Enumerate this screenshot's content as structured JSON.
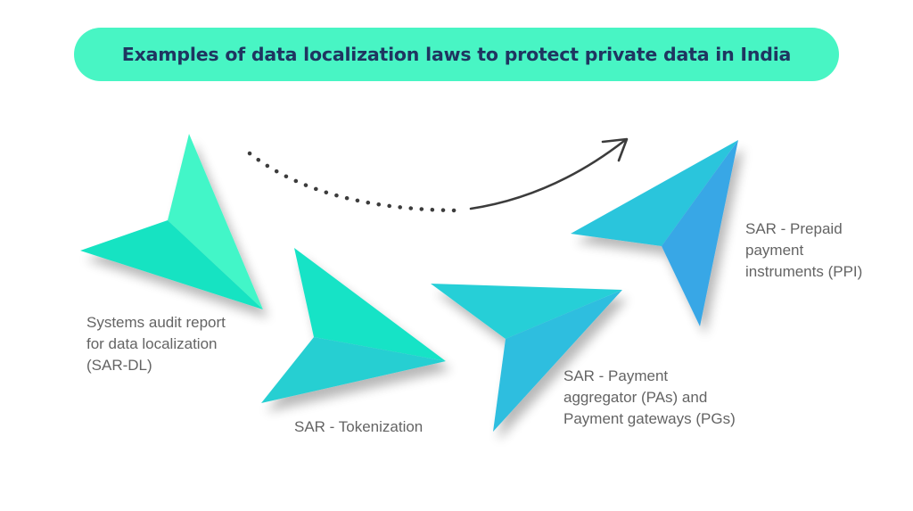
{
  "title": "Examples of data localization laws to protect private data in India",
  "colors": {
    "title_pill": "#48f5c4",
    "title_text": "#1f3560",
    "label_text": "#646464",
    "arrow_path": "#3c3c3c"
  },
  "steps": [
    {
      "lines": [
        "Systems audit report",
        "for data localization",
        "(SAR-DL)"
      ],
      "icon": "paper-plane-icon",
      "colors": [
        "#42f6c8",
        "#17e3c2"
      ]
    },
    {
      "lines": [
        "SAR - Tokenization"
      ],
      "icon": "paper-plane-icon",
      "colors": [
        "#18e3c6",
        "#27cfd2"
      ]
    },
    {
      "lines": [
        "SAR - Payment",
        "aggregator (PAs) and",
        "Payment gateways (PGs)"
      ],
      "icon": "paper-plane-icon",
      "colors": [
        "#25cfd7",
        "#2ebedf"
      ]
    },
    {
      "lines": [
        "SAR - Prepaid",
        "payment",
        "instruments (PPI)"
      ],
      "icon": "paper-plane-icon",
      "colors": [
        "#2bc5dc",
        "#39a7e6"
      ]
    }
  ],
  "connector_icon": "dotted-curved-arrow-icon"
}
